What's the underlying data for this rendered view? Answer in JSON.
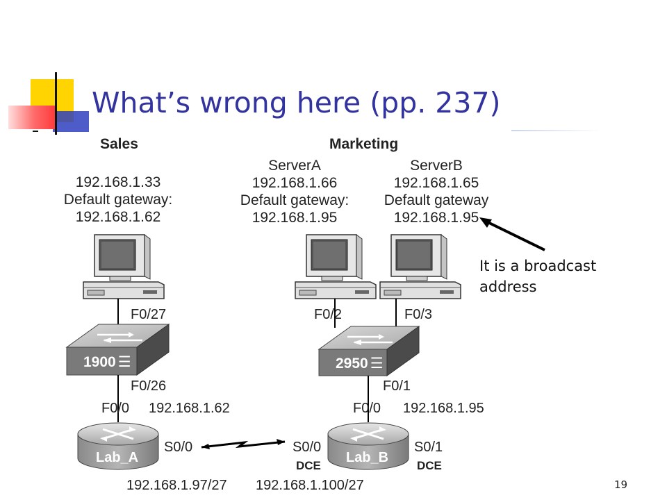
{
  "slide": {
    "title": "What’s wrong here (pp. 237)",
    "page_number": "19",
    "annotation": [
      "It is a broadcast",
      "address"
    ]
  },
  "diagram": {
    "groups": [
      "Sales",
      "Marketing"
    ],
    "hosts": [
      {
        "id": "sales-pc",
        "name": "",
        "lines": [
          "192.168.1.33",
          "Default gateway:",
          "192.168.1.62"
        ]
      },
      {
        "id": "server-a",
        "name": "ServerA",
        "lines": [
          "192.168.1.66",
          "Default gateway:",
          "192.168.1.95"
        ]
      },
      {
        "id": "server-b",
        "name": "ServerB",
        "lines": [
          "192.168.1.65",
          "Default gateway",
          "192.168.1.95"
        ]
      }
    ],
    "switches": [
      {
        "id": "switch-1900",
        "label": "1900",
        "uplink_port": "F0/26",
        "host_ports": [
          "F0/27"
        ]
      },
      {
        "id": "switch-2950",
        "label": "2950",
        "uplink_port": "F0/1",
        "host_ports": [
          "F0/2",
          "F0/3"
        ]
      }
    ],
    "routers": [
      {
        "id": "lab-a",
        "label": "Lab_A",
        "lan_port": "F0/0",
        "lan_ip": "192.168.1.62",
        "serial_port": "S0/0",
        "serial_ip": "192.168.1.97/27"
      },
      {
        "id": "lab-b",
        "label": "Lab_B",
        "lan_port": "F0/0",
        "lan_ip": "192.168.1.95",
        "serial_port": "S0/0",
        "serial_dce": "DCE",
        "serial_ip": "192.168.1.100/27",
        "serial2_port": "S0/1",
        "serial2_dce": "DCE"
      }
    ]
  },
  "colors": {
    "title": "#33339f",
    "switch_front": "#7a7a7a",
    "router_body": "#9a9a9a"
  }
}
